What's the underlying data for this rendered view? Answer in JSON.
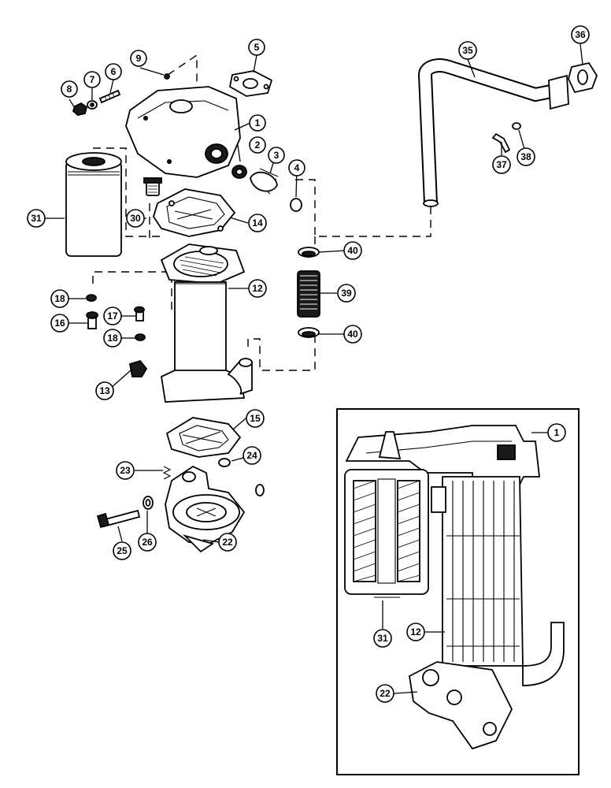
{
  "diagram": {
    "callouts": [
      {
        "id": "c1",
        "label": "1"
      },
      {
        "id": "c2",
        "label": "2"
      },
      {
        "id": "c3",
        "label": "3"
      },
      {
        "id": "c4",
        "label": "4"
      },
      {
        "id": "c5",
        "label": "5"
      },
      {
        "id": "c6",
        "label": "6"
      },
      {
        "id": "c7",
        "label": "7"
      },
      {
        "id": "c8",
        "label": "8"
      },
      {
        "id": "c9",
        "label": "9"
      },
      {
        "id": "c12",
        "label": "12"
      },
      {
        "id": "c13",
        "label": "13"
      },
      {
        "id": "c14",
        "label": "14"
      },
      {
        "id": "c15",
        "label": "15"
      },
      {
        "id": "c16",
        "label": "16"
      },
      {
        "id": "c17",
        "label": "17"
      },
      {
        "id": "c18a",
        "label": "18"
      },
      {
        "id": "c18b",
        "label": "18"
      },
      {
        "id": "c22",
        "label": "22"
      },
      {
        "id": "c23",
        "label": "23"
      },
      {
        "id": "c24",
        "label": "24"
      },
      {
        "id": "c25",
        "label": "25"
      },
      {
        "id": "c26",
        "label": "26"
      },
      {
        "id": "c30",
        "label": "30"
      },
      {
        "id": "c31",
        "label": "31"
      },
      {
        "id": "c35",
        "label": "35"
      },
      {
        "id": "c36",
        "label": "36"
      },
      {
        "id": "c37",
        "label": "37"
      },
      {
        "id": "c38",
        "label": "38"
      },
      {
        "id": "c39",
        "label": "39"
      },
      {
        "id": "c40a",
        "label": "40"
      },
      {
        "id": "c40b",
        "label": "40"
      },
      {
        "id": "i1",
        "label": "1"
      },
      {
        "id": "i31",
        "label": "31"
      },
      {
        "id": "i12",
        "label": "12"
      },
      {
        "id": "i22",
        "label": "22"
      }
    ]
  }
}
